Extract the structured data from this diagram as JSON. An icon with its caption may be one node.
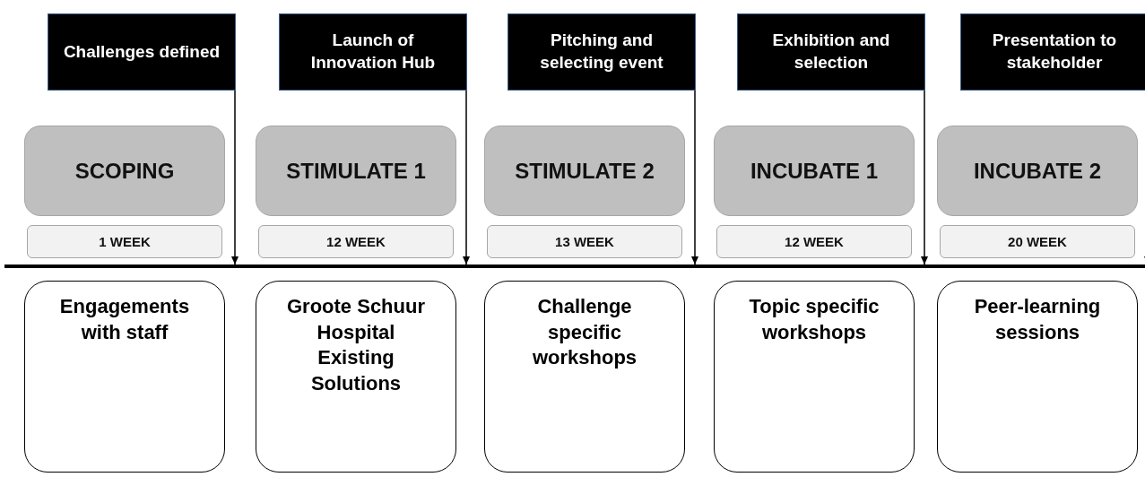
{
  "diagram": {
    "nodes": [
      {
        "text": [
          "Challenges defined"
        ]
      },
      {
        "text": [
          "Launch of Innovation Hub"
        ]
      },
      {
        "text": [
          "Pitching and selecting event"
        ]
      },
      {
        "text": [
          "Exhibition and selection"
        ]
      },
      {
        "text": [
          "Presentation to stakeholder"
        ]
      },
      {
        "text": [
          "SCOPING"
        ]
      },
      {
        "text": [
          "STIMULATE 1"
        ]
      },
      {
        "text": [
          "STIMULATE 2"
        ]
      },
      {
        "text": [
          "INCUBATE 1"
        ]
      },
      {
        "text": [
          "INCUBATE 2"
        ]
      },
      {
        "text": [
          "1 WEEK"
        ]
      },
      {
        "text": [
          "12 WEEK"
        ]
      },
      {
        "text": [
          "13 WEEK"
        ]
      },
      {
        "text": [
          "12 WEEK"
        ]
      },
      {
        "text": [
          "20 WEEK"
        ]
      },
      {
        "text": [],
        "shape": "bar"
      },
      {
        "text": [
          "Engagements with staff"
        ]
      },
      {
        "text": [
          "Groote Schuur Hospital Existing Solutions"
        ]
      },
      {
        "text": [
          "Challenge specific workshops"
        ]
      },
      {
        "text": [
          "Topic specific workshops"
        ]
      },
      {
        "text": [
          "Peer-learning sessions"
        ]
      }
    ],
    "edges": [
      {
        "from": 0,
        "to": 15,
        "arrow": "to"
      },
      {
        "from": 1,
        "to": 15,
        "arrow": "to"
      },
      {
        "from": 2,
        "to": 15,
        "arrow": "to"
      },
      {
        "from": 3,
        "to": 15,
        "arrow": "to"
      },
      {
        "from": 4,
        "to": 15,
        "arrow": "to"
      }
    ]
  }
}
